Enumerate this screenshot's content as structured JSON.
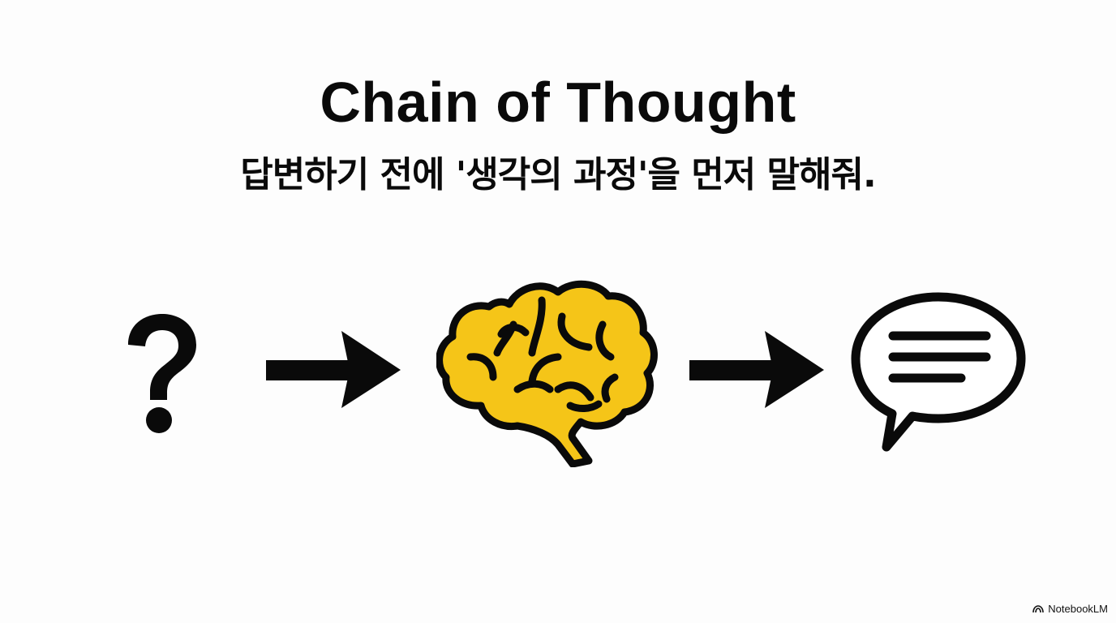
{
  "slide": {
    "title": "Chain of Thought",
    "subtitle": "답변하기 전에 '생각의 과정'을 먼저 말해줘.",
    "flow": [
      {
        "icon": "question-mark-icon",
        "meaning": "question"
      },
      {
        "icon": "arrow-right-icon"
      },
      {
        "icon": "brain-icon",
        "meaning": "thinking",
        "color": "#F5C518"
      },
      {
        "icon": "arrow-right-icon"
      },
      {
        "icon": "speech-bubble-icon",
        "meaning": "answer"
      }
    ]
  },
  "footer": {
    "brand": "NotebookLM",
    "logo_icon": "notebooklm-logo-icon"
  },
  "colors": {
    "background": "#FDFDFD",
    "text": "#0A0A0A",
    "brain_fill": "#F5C518"
  }
}
